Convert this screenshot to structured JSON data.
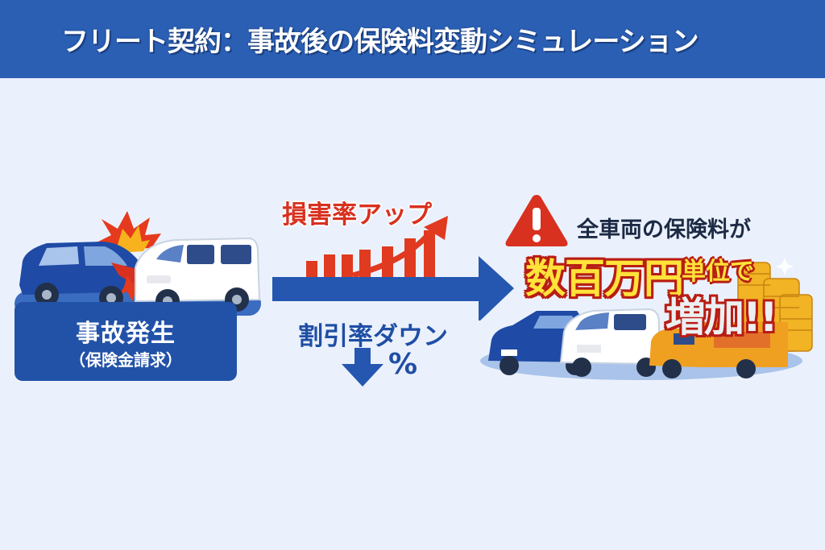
{
  "header": {
    "title": "フリート契約：事故後の保険料変動シミュレーション",
    "background": "#2a5fb3"
  },
  "accident": {
    "title": "事故発生",
    "subtitle": "（保険金請求）",
    "box_color": "#2252a8",
    "illustration": "collision-blue-car-white-van"
  },
  "middle": {
    "loss_ratio_label": "損害率アップ",
    "loss_ratio_color": "#d8311f",
    "discount_label": "割引率ダウン",
    "discount_symbol": "%",
    "discount_color": "#1f4ea5",
    "rising_bars": [
      14,
      22,
      24,
      30,
      34,
      44
    ],
    "arrow_color": "#2557b0"
  },
  "result": {
    "heading": "全車両の保険料が",
    "amount": "数百万円",
    "unit": "単位で",
    "increase": "増加!!",
    "warning_icon_color": "#d8311f",
    "amount_color": "#ffe23a",
    "outline_color": "#b81d13",
    "vehicles": [
      "blue-sedan",
      "white-van",
      "orange-truck"
    ]
  }
}
